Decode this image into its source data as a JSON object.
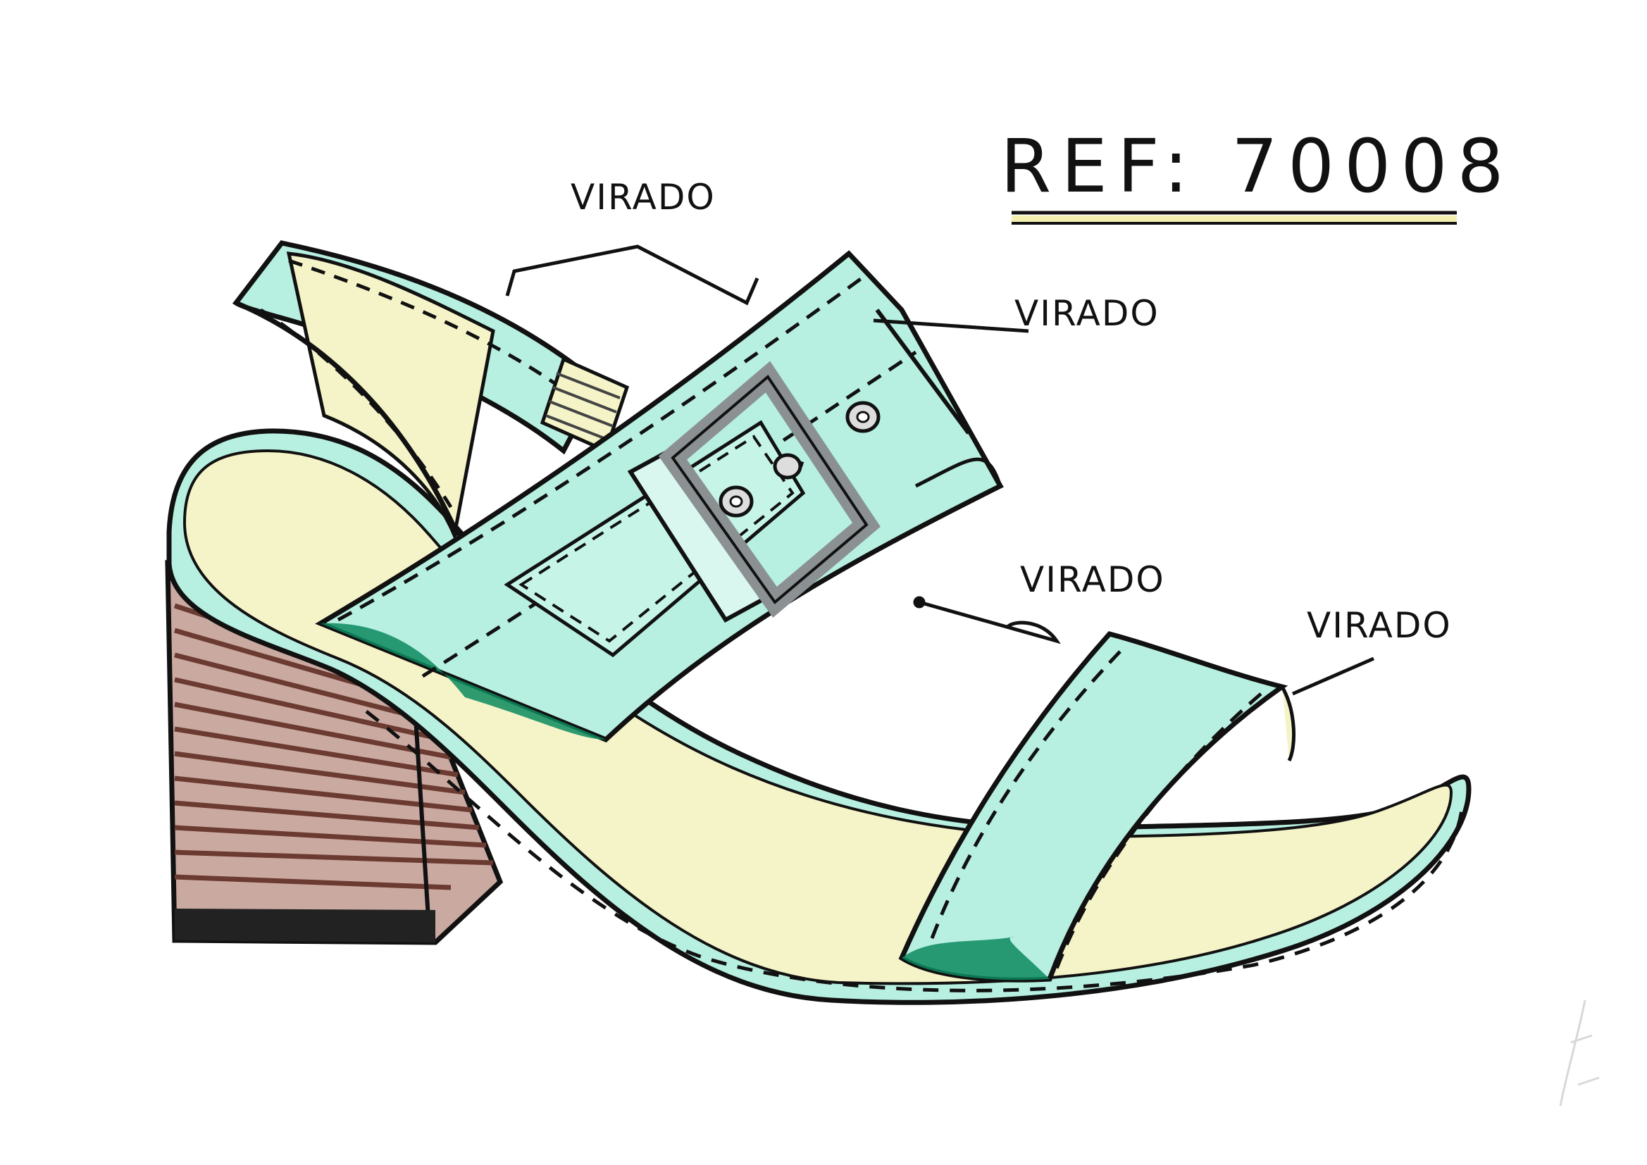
{
  "title": "REF: 70008",
  "labels": {
    "label_1": "VIRADO",
    "label_2": "VIRADO",
    "label_3": "VIRADO",
    "label_4": "VIRADO"
  },
  "colors": {
    "paper": "#ffffff",
    "outline": "#111111",
    "strap_mint": "#b7efe0",
    "strap_shadow": "#0d8a5f",
    "lining_yellow": "#f5f4c8",
    "heel_wood": "#6b3a31",
    "heel_wood_light": "#c9a9a0",
    "buckle_grey": "#8b9192",
    "underline_yellow": "#f4f0b0"
  }
}
